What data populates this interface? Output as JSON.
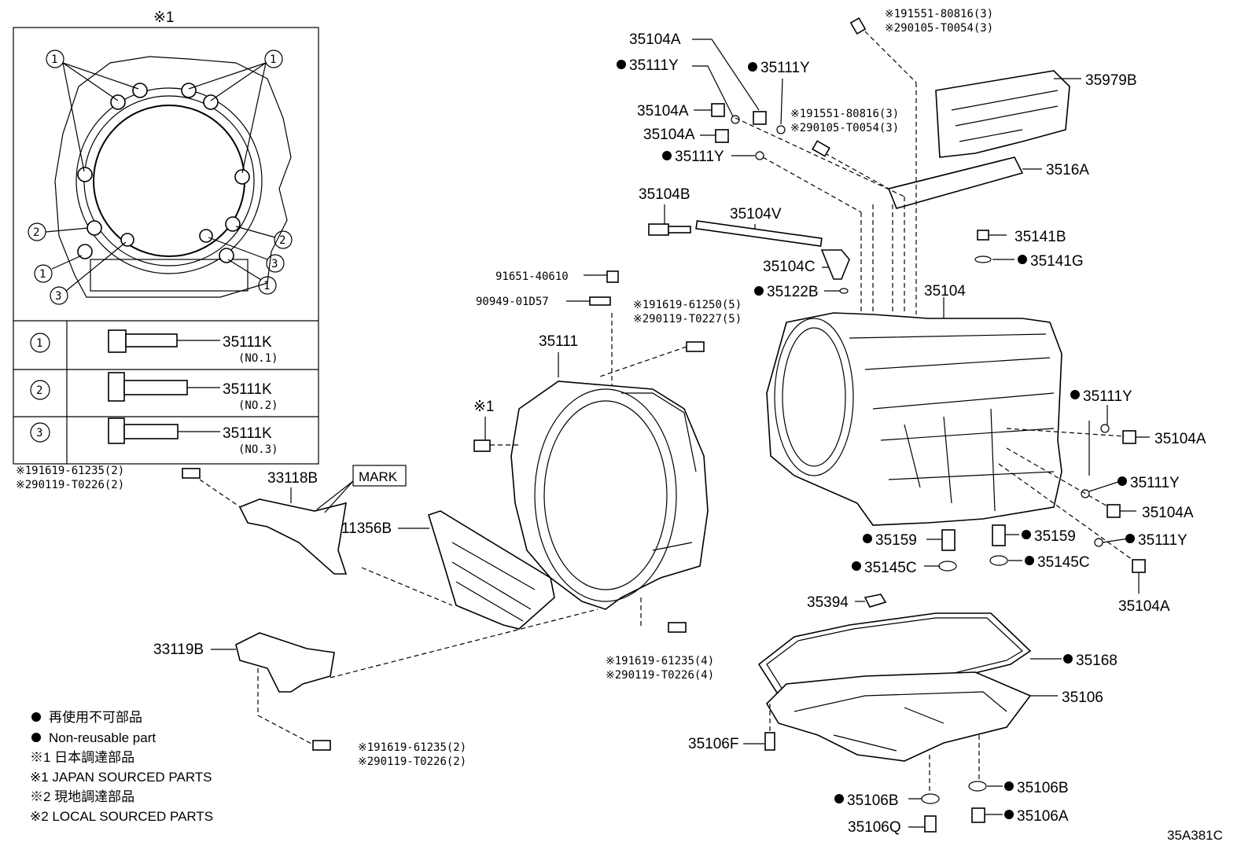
{
  "diagram_id": "35A381C",
  "inset": {
    "marker": "※1",
    "circle_labels": [
      "1",
      "1",
      "2",
      "2",
      "1",
      "3",
      "3",
      "1"
    ],
    "rows": [
      {
        "num": "1",
        "part": "35111K",
        "sub": "(NO.1)"
      },
      {
        "num": "2",
        "part": "35111K",
        "sub": "(NO.2)"
      },
      {
        "num": "3",
        "part": "35111K",
        "sub": "(NO.3)"
      }
    ]
  },
  "labels": {
    "p35104A_1": "35104A",
    "p35111Y_1": "35111Y",
    "p35111Y_2": "35111Y",
    "p35104A_2": "35104A",
    "p35104A_3": "35104A",
    "p35111Y_3": "35111Y",
    "p35104B": "35104B",
    "p35104V": "35104V",
    "p35104C": "35104C",
    "p35122B": "35122B",
    "p35979B": "35979B",
    "p3516A": "3516A",
    "p35141B": "35141B",
    "p35141G": "35141G",
    "p35104": "35104",
    "p91651": "91651-40610",
    "p90949": "90949-01D57",
    "p35111": "35111",
    "p35111Y_4": "35111Y",
    "p35104A_4": "35104A",
    "p35111Y_5": "35111Y",
    "p35104A_5": "35104A",
    "p35111Y_6": "35111Y",
    "p35104A_6": "35104A",
    "p35159_1": "35159",
    "p35159_2": "35159",
    "p35145C_1": "35145C",
    "p35145C_2": "35145C",
    "p35394": "35394",
    "p35168": "35168",
    "p35106": "35106",
    "p35106F": "35106F",
    "p35106B_1": "35106B",
    "p35106B_2": "35106B",
    "p35106Q": "35106Q",
    "p35106A": "35106A",
    "p33118B": "33118B",
    "mark": "MARK",
    "p11356B": "11356B",
    "p33119B": "33119B",
    "x1": "※1"
  },
  "notes": {
    "top_a": "※191551-80816(3)",
    "top_b": "※290105-T0054(3)",
    "mid_a": "※191551-80816(3)",
    "mid_b": "※290105-T0054(3)",
    "b1a": "※191619-61250(5)",
    "b1b": "※290119-T0227(5)",
    "b2a": "※191619-61235(2)",
    "b2b": "※290119-T0226(2)",
    "b3a": "※191619-61235(4)",
    "b3b": "※290119-T0226(4)",
    "b4a": "※191619-61235(2)",
    "b4b": "※290119-T0226(2)"
  },
  "legend": {
    "jp_nonreuse": "再使用不可部品",
    "en_nonreuse": "Non-reusable part",
    "jp_japan": "※1 日本調達部品",
    "en_japan": "※1 JAPAN SOURCED PARTS",
    "jp_local": "※2 現地調達部品",
    "en_local": "※2 LOCAL SOURCED PARTS"
  }
}
